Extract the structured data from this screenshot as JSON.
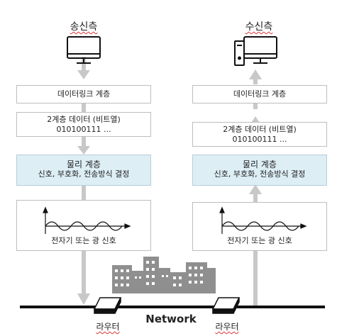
{
  "sender": {
    "title": "송신측",
    "datalink": "데이터링크 계층",
    "bits_title": "2계층 데이터 (비트열)",
    "bits": "010100111 ...",
    "physical_title": "물리 계층",
    "physical_sub": "신호, 부호화, 전송방식 결정",
    "signal": "전자기 또는 광 신호"
  },
  "receiver": {
    "title": "수신측",
    "datalink": "데이터링크 계층",
    "bits_title": "2계층 데이터 (비트열)",
    "bits": "010100111 ...",
    "physical_title": "물리 계층",
    "physical_sub": "신호, 부호화, 전송방식 결정",
    "signal": "전자기 또는 광 신호"
  },
  "network": {
    "label": "Network",
    "router_left": "라우터",
    "router_right": "라우터"
  },
  "colors": {
    "arrow": "#c8c8c8",
    "physical_fill": "#ddeef5",
    "building": "#8f8f8f"
  }
}
